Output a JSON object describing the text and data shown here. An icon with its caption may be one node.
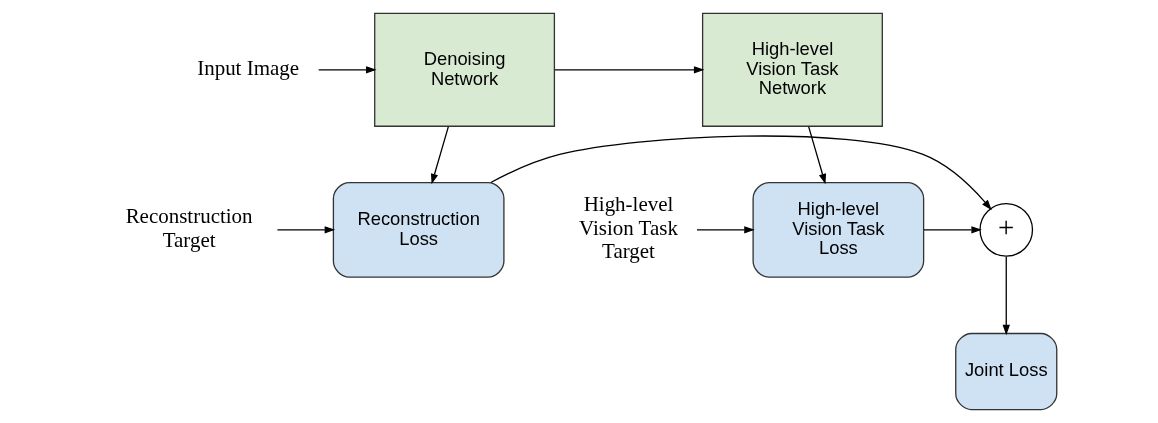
{
  "diagram": {
    "nodes": [
      {
        "text": [
          "Input Image"
        ]
      },
      {
        "text": [
          "Denoising Network"
        ]
      },
      {
        "text": [
          "High-level Vision Task Network"
        ]
      },
      {
        "text": [
          "Reconstruction Target"
        ]
      },
      {
        "text": [
          "Reconstruction Loss"
        ]
      },
      {
        "text": [
          "+"
        ]
      },
      {
        "text": [
          "High-level Vision Task Loss"
        ]
      },
      {
        "text": [
          "High-level Vision Task Target"
        ]
      },
      {
        "text": [
          "Joint Loss"
        ]
      }
    ],
    "edges": [
      {
        "from": 0,
        "to": 1,
        "arrow": "to"
      },
      {
        "from": 1,
        "to": 2,
        "arrow": "to"
      },
      {
        "from": 1,
        "to": 4,
        "arrow": "to"
      },
      {
        "from": 2,
        "to": 6,
        "arrow": "to"
      },
      {
        "from": 3,
        "to": 4,
        "arrow": "to"
      },
      {
        "from": 4,
        "to": 5,
        "arrow": "to"
      },
      {
        "from": 6,
        "to": 5,
        "arrow": "to"
      },
      {
        "from": 7,
        "to": 6,
        "arrow": "to"
      },
      {
        "from": 5,
        "to": 8,
        "arrow": "to"
      }
    ]
  }
}
